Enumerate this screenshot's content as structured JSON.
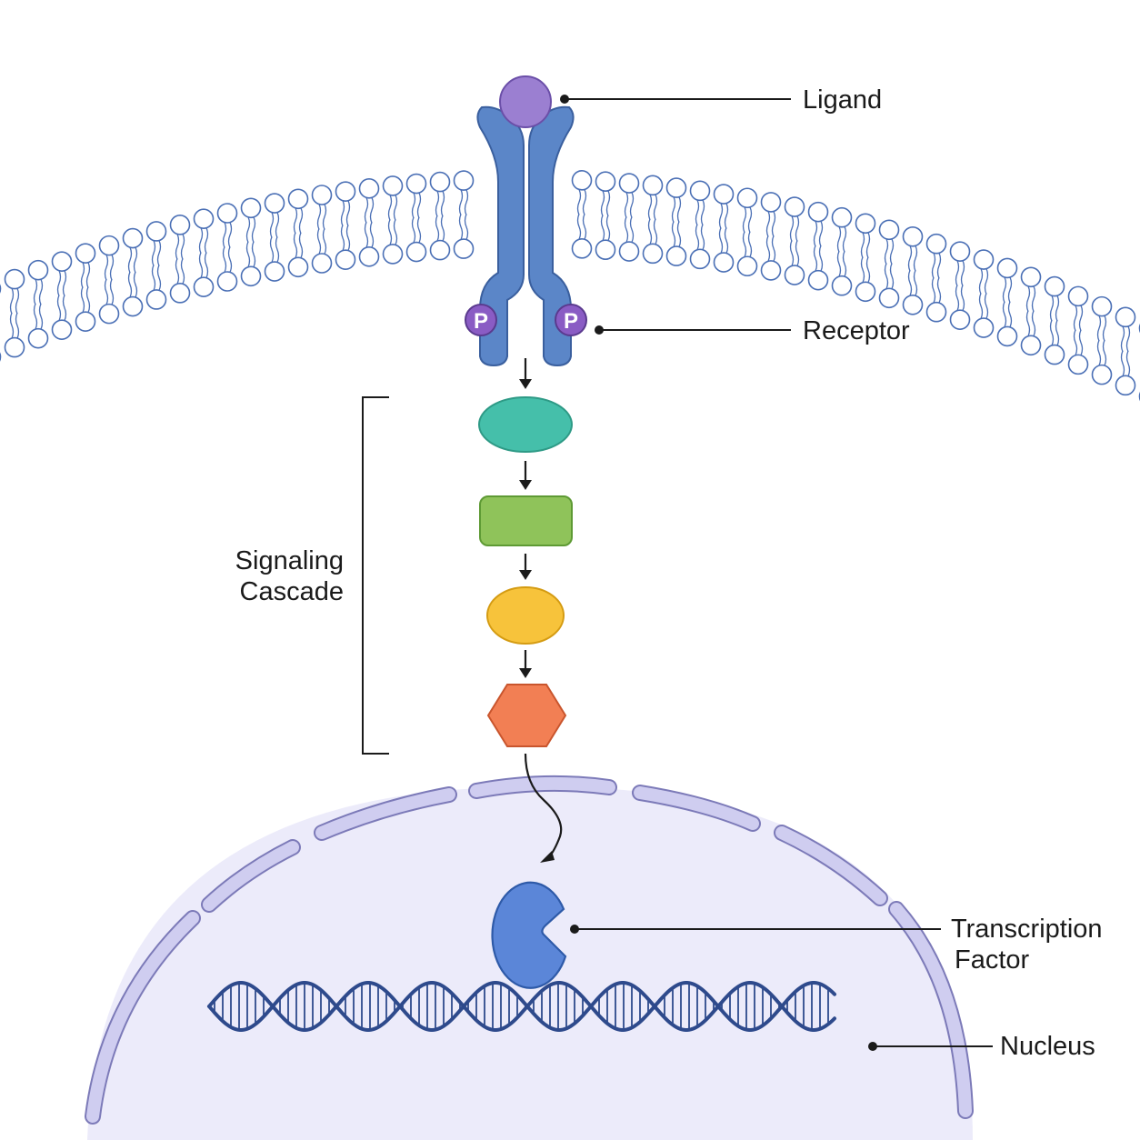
{
  "labels": {
    "ligand": "Ligand",
    "receptor": "Receptor",
    "cascade_line1": "Signaling",
    "cascade_line2": "Cascade",
    "tf_line1": "Transcription",
    "tf_line2": "Factor",
    "nucleus": "Nucleus",
    "phospho": "P"
  },
  "colors": {
    "ligand": "#9b7fd1",
    "receptor": "#5b86c8",
    "receptor_stroke": "#3a5f9e",
    "phospho": "#8a5cc4",
    "step1": "#45bfaa",
    "step2": "#8fc35a",
    "step3": "#f7c33b",
    "step4": "#f27f54",
    "transcription_factor": "#5b86d8",
    "nucleus_fill": "#ecebfa",
    "nuclear_envelope": "#cfcdf0",
    "dna": "#2e4a8c",
    "membrane": "#4a6fb5"
  },
  "icons": {
    "ligand": "purple-sphere",
    "receptor": "y-shaped-dimer",
    "step1": "teal-ellipse",
    "step2": "green-rounded-rectangle",
    "step3": "yellow-ellipse",
    "step4": "orange-hexagon",
    "transcription_factor": "pac-man-protein",
    "dna": "double-helix"
  }
}
